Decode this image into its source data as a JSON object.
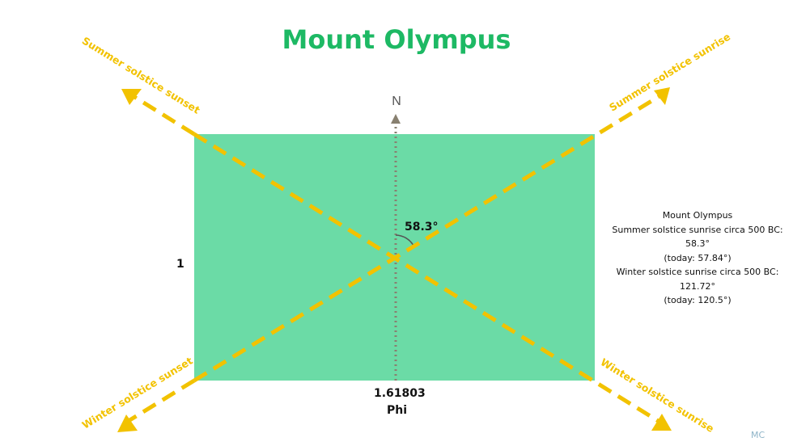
{
  "title": "Mount Olympus",
  "north_label": "N",
  "angle_label": "58.3°",
  "height_label": "1",
  "width_label": "1.61803",
  "ratio_label": "Phi",
  "diagonals": {
    "top_left": "Summer solstice sunset",
    "top_right": "Summer solstice sunrise",
    "bottom_left": "Winter solstice sunset",
    "bottom_right": "Winter solstice sunrise"
  },
  "info": {
    "line1": "Mount Olympus",
    "line2": "Summer solstice sunrise circa 500 BC:",
    "line3": "58.3°",
    "line4": "(today: 57.84°)",
    "line5": "Winter solstice sunrise circa 500 BC:",
    "line6": "121.72°",
    "line7": "(today: 120.5°)"
  },
  "credit": "MC",
  "colors": {
    "title": "#1db964",
    "rectangle": "#6bdba6",
    "solstice_lines": "#f2c200",
    "north_line": "#888070"
  }
}
